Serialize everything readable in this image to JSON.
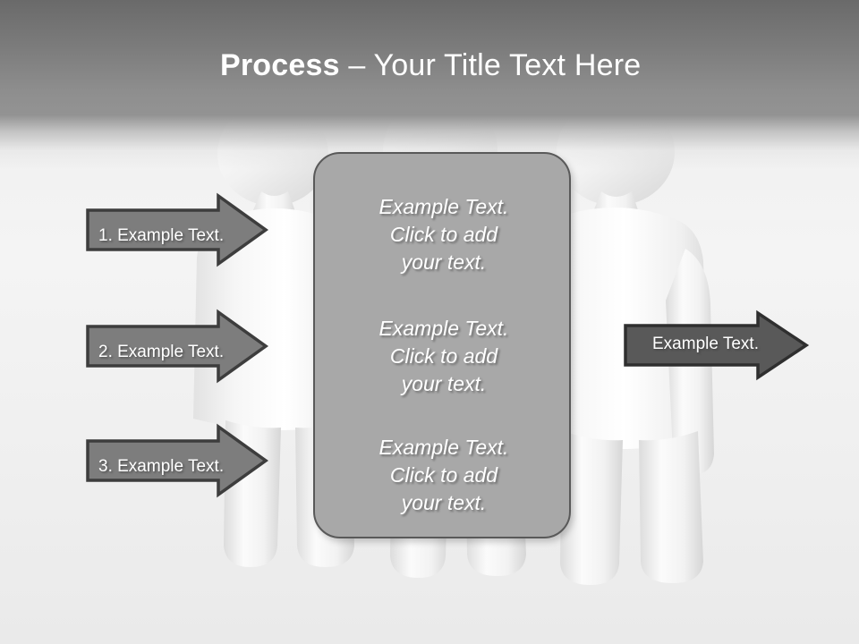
{
  "slide": {
    "title_strong": "Process",
    "title_rest": " – Your Title Text Here",
    "accent_header_dark": "#6a6a6a",
    "accent_header_light": "#939393",
    "panel_fill": "#a8a8a8",
    "arrow_fill_left": "#7d7d7d",
    "arrow_fill_right": "#595959",
    "arrow_stroke": "#3d3d3d",
    "text_color": "#ffffff"
  },
  "left_arrows": [
    {
      "label": "1. Example Text."
    },
    {
      "label": "2. Example Text."
    },
    {
      "label": "3. Example Text."
    }
  ],
  "panel": {
    "blocks": [
      {
        "line1": "Example Text.",
        "line2": "Click  to add",
        "line3": "your text."
      },
      {
        "line1": "Example Text.",
        "line2": "Click  to add",
        "line3": "your text."
      },
      {
        "line1": "Example Text.",
        "line2": "Click  to add",
        "line3": "your text."
      }
    ]
  },
  "right_arrow": {
    "label": "Example Text."
  }
}
